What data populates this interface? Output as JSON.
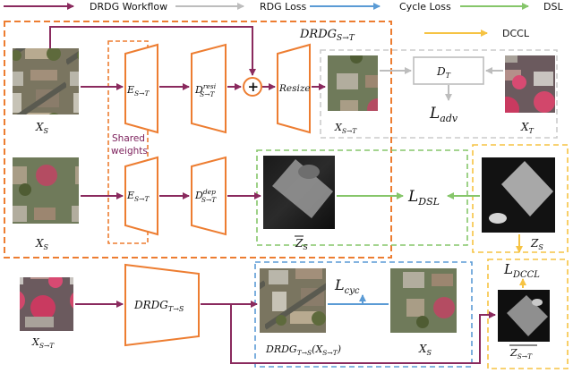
{
  "legend": {
    "drdg_workflow": "DRDG Workflow",
    "rdg_loss": "RDG Loss",
    "cycle_loss": "Cycle Loss",
    "dsl": "DSL",
    "dccl": "DCCL"
  },
  "colors": {
    "workflow": "#8a2a5e",
    "rdg": "#c8c8c8",
    "cycle": "#5b9bd5",
    "dsl": "#86c66a",
    "dccl": "#f6c343",
    "module": "#ed7d31"
  },
  "labels": {
    "drdg_st": "DRDG",
    "drdg_st_sub": "S→T",
    "e_st": "E",
    "e_st_sub": "S→T",
    "d_resi": "D",
    "d_resi_sup": "resi",
    "d_resi_sub": "S→T",
    "d_dep": "D",
    "d_dep_sup": "dep",
    "d_dep_sub": "S→T",
    "plus": "+",
    "resize": "Resize",
    "shared_weights_1": "Shared",
    "shared_weights_2": "weights",
    "d_t": "D",
    "d_t_sub": "T",
    "l_adv": "L",
    "l_adv_sub": "adv",
    "x_s": "X",
    "x_s_sub": "S",
    "x_st": "X",
    "x_st_sub": "S→T",
    "x_t": "X",
    "x_t_sub": "T",
    "z_s_hat": "Z",
    "z_s_hat_sub": "S",
    "l_dsl": "L",
    "l_dsl_sub": "DSL",
    "z_s": "Z",
    "z_s_sub": "S",
    "l_dccl": "L",
    "l_dccl_sub": "DCCL",
    "drdg_ts": "DRDG",
    "drdg_ts_sub": "T→S",
    "l_cyc": "L",
    "l_cyc_sub": "cyc",
    "drdg_ts_out": "DRDG",
    "drdg_ts_out_sub": "T→S",
    "drdg_ts_out_arg": "(X",
    "drdg_ts_out_arg_sub": "S→T",
    "drdg_ts_out_close": ")",
    "z_st_hat": "Z",
    "z_st_hat_sub": "S→T"
  }
}
